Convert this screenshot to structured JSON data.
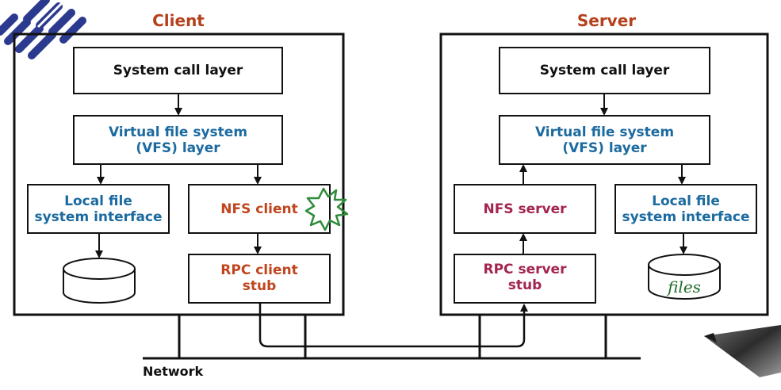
{
  "client": {
    "title": "Client",
    "syscall": "System call layer",
    "vfs_line1": "Virtual file system",
    "vfs_line2": "(VFS) layer",
    "local_line1": "Local file",
    "local_line2": "system interface",
    "nfs": "NFS client",
    "rpc_line1": "RPC client",
    "rpc_line2": "stub"
  },
  "server": {
    "title": "Server",
    "syscall": "System call layer",
    "vfs_line1": "Virtual file system",
    "vfs_line2": "(VFS) layer",
    "nfs": "NFS server",
    "local_line1": "Local file",
    "local_line2": "system interface",
    "rpc_line1": "RPC server",
    "rpc_line2": "stub",
    "disk_label": "files"
  },
  "network_label": "Network",
  "colors": {
    "title": "#b5401c",
    "blue_text": "#1b6aa0",
    "client_rpc_text": "#c0451e",
    "server_text": "#a3254f",
    "annotation": "#1d6b2a",
    "logo": "#2b3a8f"
  },
  "icons": [
    "logo-stripes-icon",
    "highlight-star-icon",
    "pen-icon"
  ]
}
